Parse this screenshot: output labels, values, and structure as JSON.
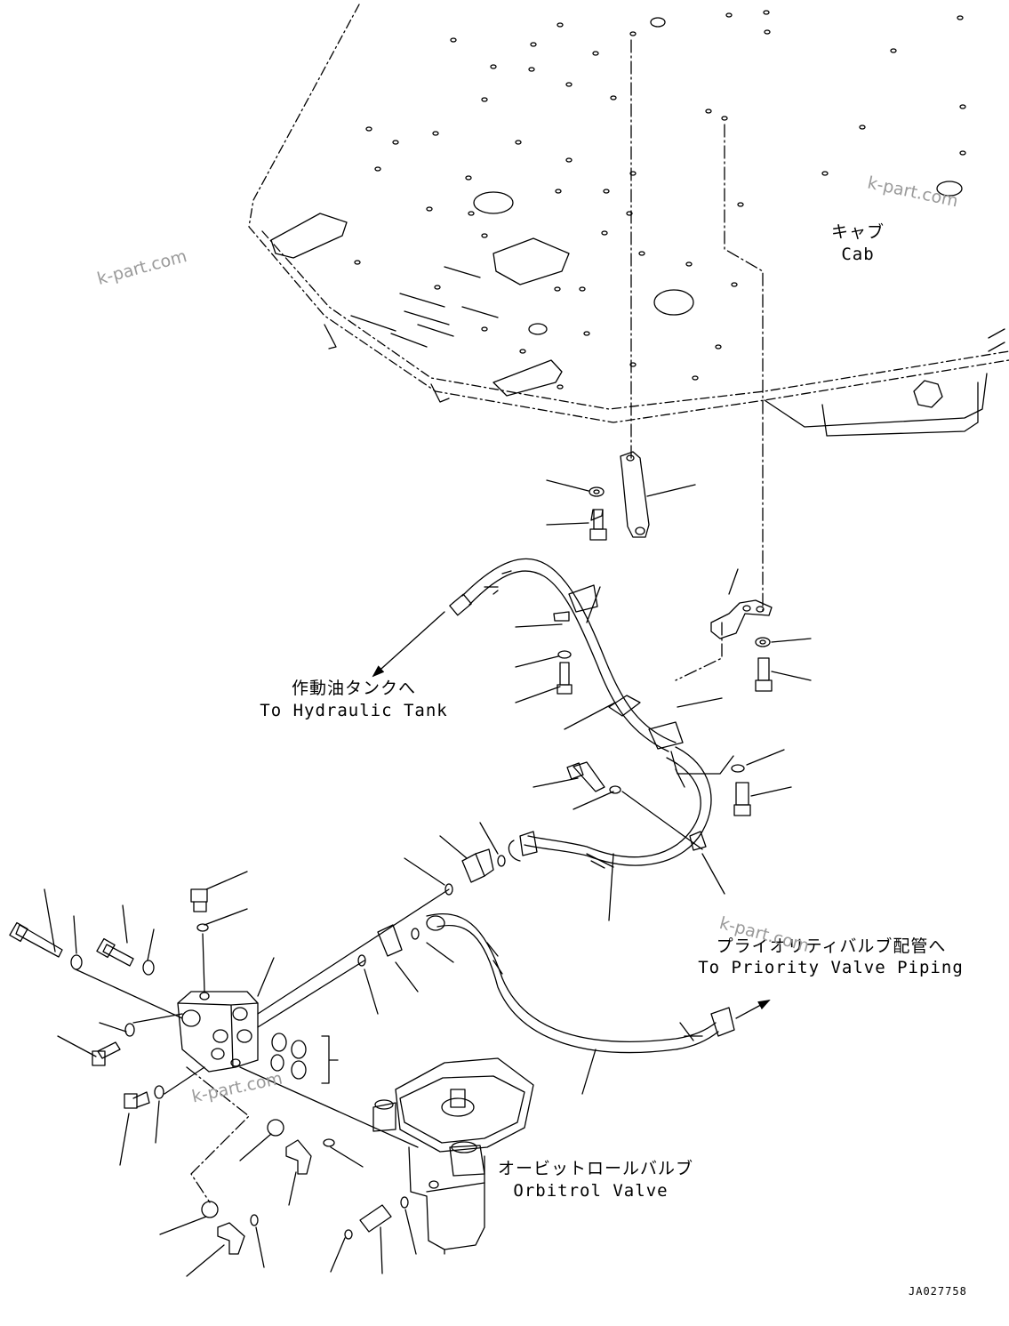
{
  "labels": {
    "cab_jp": "キャブ",
    "cab_en": "Cab",
    "tank_jp": "作動油タンクへ",
    "tank_en": "To Hydraulic Tank",
    "priority_jp": "プライオリティバルブ配管へ",
    "priority_en": "To Priority Valve Piping",
    "orbitrol_jp": "オービットロールバルブ",
    "orbitrol_en": "Orbitrol Valve"
  },
  "watermarks": [
    "k-part.com",
    "k-part.com",
    "k-part.com",
    "k-part.com"
  ],
  "drawing_code": "JA027758",
  "colors": {
    "line": "#000000",
    "watermark": "#9a9a9a",
    "background": "#ffffff"
  }
}
